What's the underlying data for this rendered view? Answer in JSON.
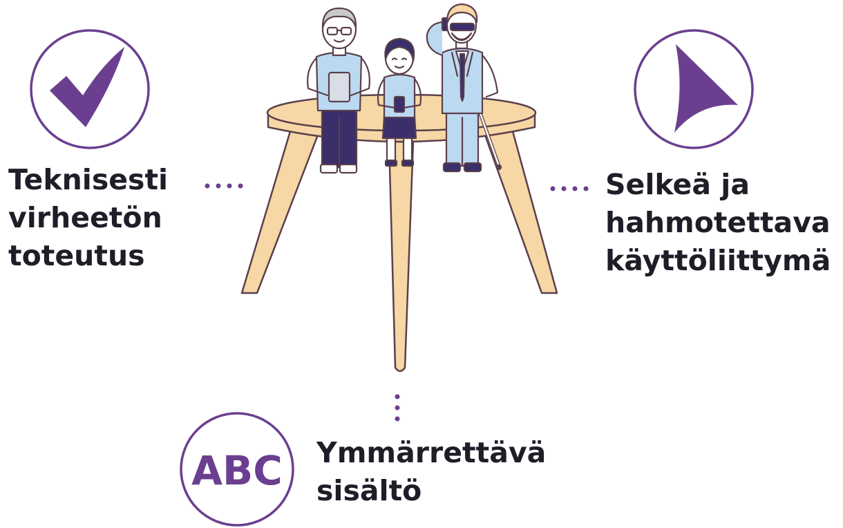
{
  "colors": {
    "accent": "#6b3f8f",
    "text": "#1e1e28",
    "table_wood": "#f6d7a5",
    "table_outline": "#5a3f4a",
    "clothing_light_blue": "#bcd9f2",
    "trousers_navy": "#3a2f6b"
  },
  "pillars": {
    "technical": {
      "icon": "checkmark-icon",
      "label_lines": [
        "Teknisesti",
        "virheetön",
        "toteutus"
      ]
    },
    "ui": {
      "icon": "navigation-arrow-icon",
      "label_lines": [
        "Selkeä ja",
        "hahmotettava",
        "käyttöliittymä"
      ]
    },
    "content": {
      "icon": "abc-icon",
      "icon_text": "ABC",
      "label_lines": [
        "Ymmärrettävä",
        "sisältö"
      ]
    }
  }
}
